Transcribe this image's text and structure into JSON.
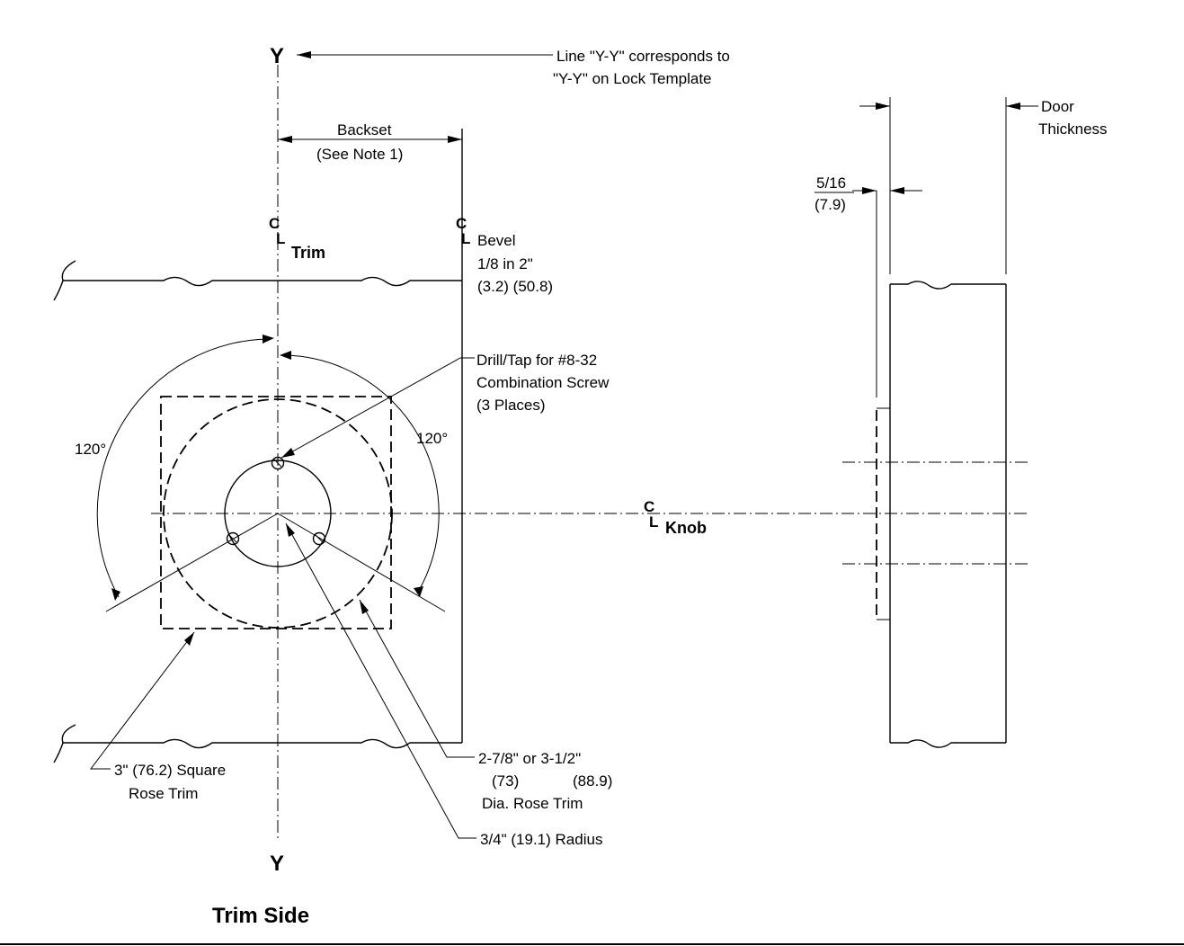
{
  "labels": {
    "y_top": "Y",
    "y_bottom": "Y",
    "yy_note_line1": "Line \"Y-Y\" corresponds to",
    "yy_note_line2": "\"Y-Y\" on Lock Template",
    "backset_line1": "Backset",
    "backset_line2": "(See Note 1)",
    "cl_trim_c": "C",
    "cl_trim_l": "L",
    "cl_trim_word": "Trim",
    "cl_bevel_c": "C",
    "cl_bevel_l": "L",
    "bevel_word": "Bevel",
    "bevel_line2": "1/8 in 2\"",
    "bevel_line3": "(3.2) (50.8)",
    "drill_line1": "Drill/Tap for #8-32",
    "drill_line2": "Combination Screw",
    "drill_line3": "(3 Places)",
    "angle_left": "120°",
    "angle_right": "120°",
    "cl_knob_c": "C",
    "cl_knob_l": "L",
    "cl_knob_word": "Knob",
    "square_line1": "3\" (76.2) Square",
    "square_line2": "Rose Trim",
    "dia_line1": "2-7/8\" or 3-1/2\"",
    "dia_line2_a": "(73)",
    "dia_line2_b": "(88.9)",
    "dia_line3": "Dia. Rose Trim",
    "radius": "3/4\" (19.1) Radius",
    "title": "Trim Side",
    "door_line1": "Door",
    "door_line2": "Thickness",
    "offset_frac": "5/16",
    "offset_mm": "(7.9)"
  }
}
